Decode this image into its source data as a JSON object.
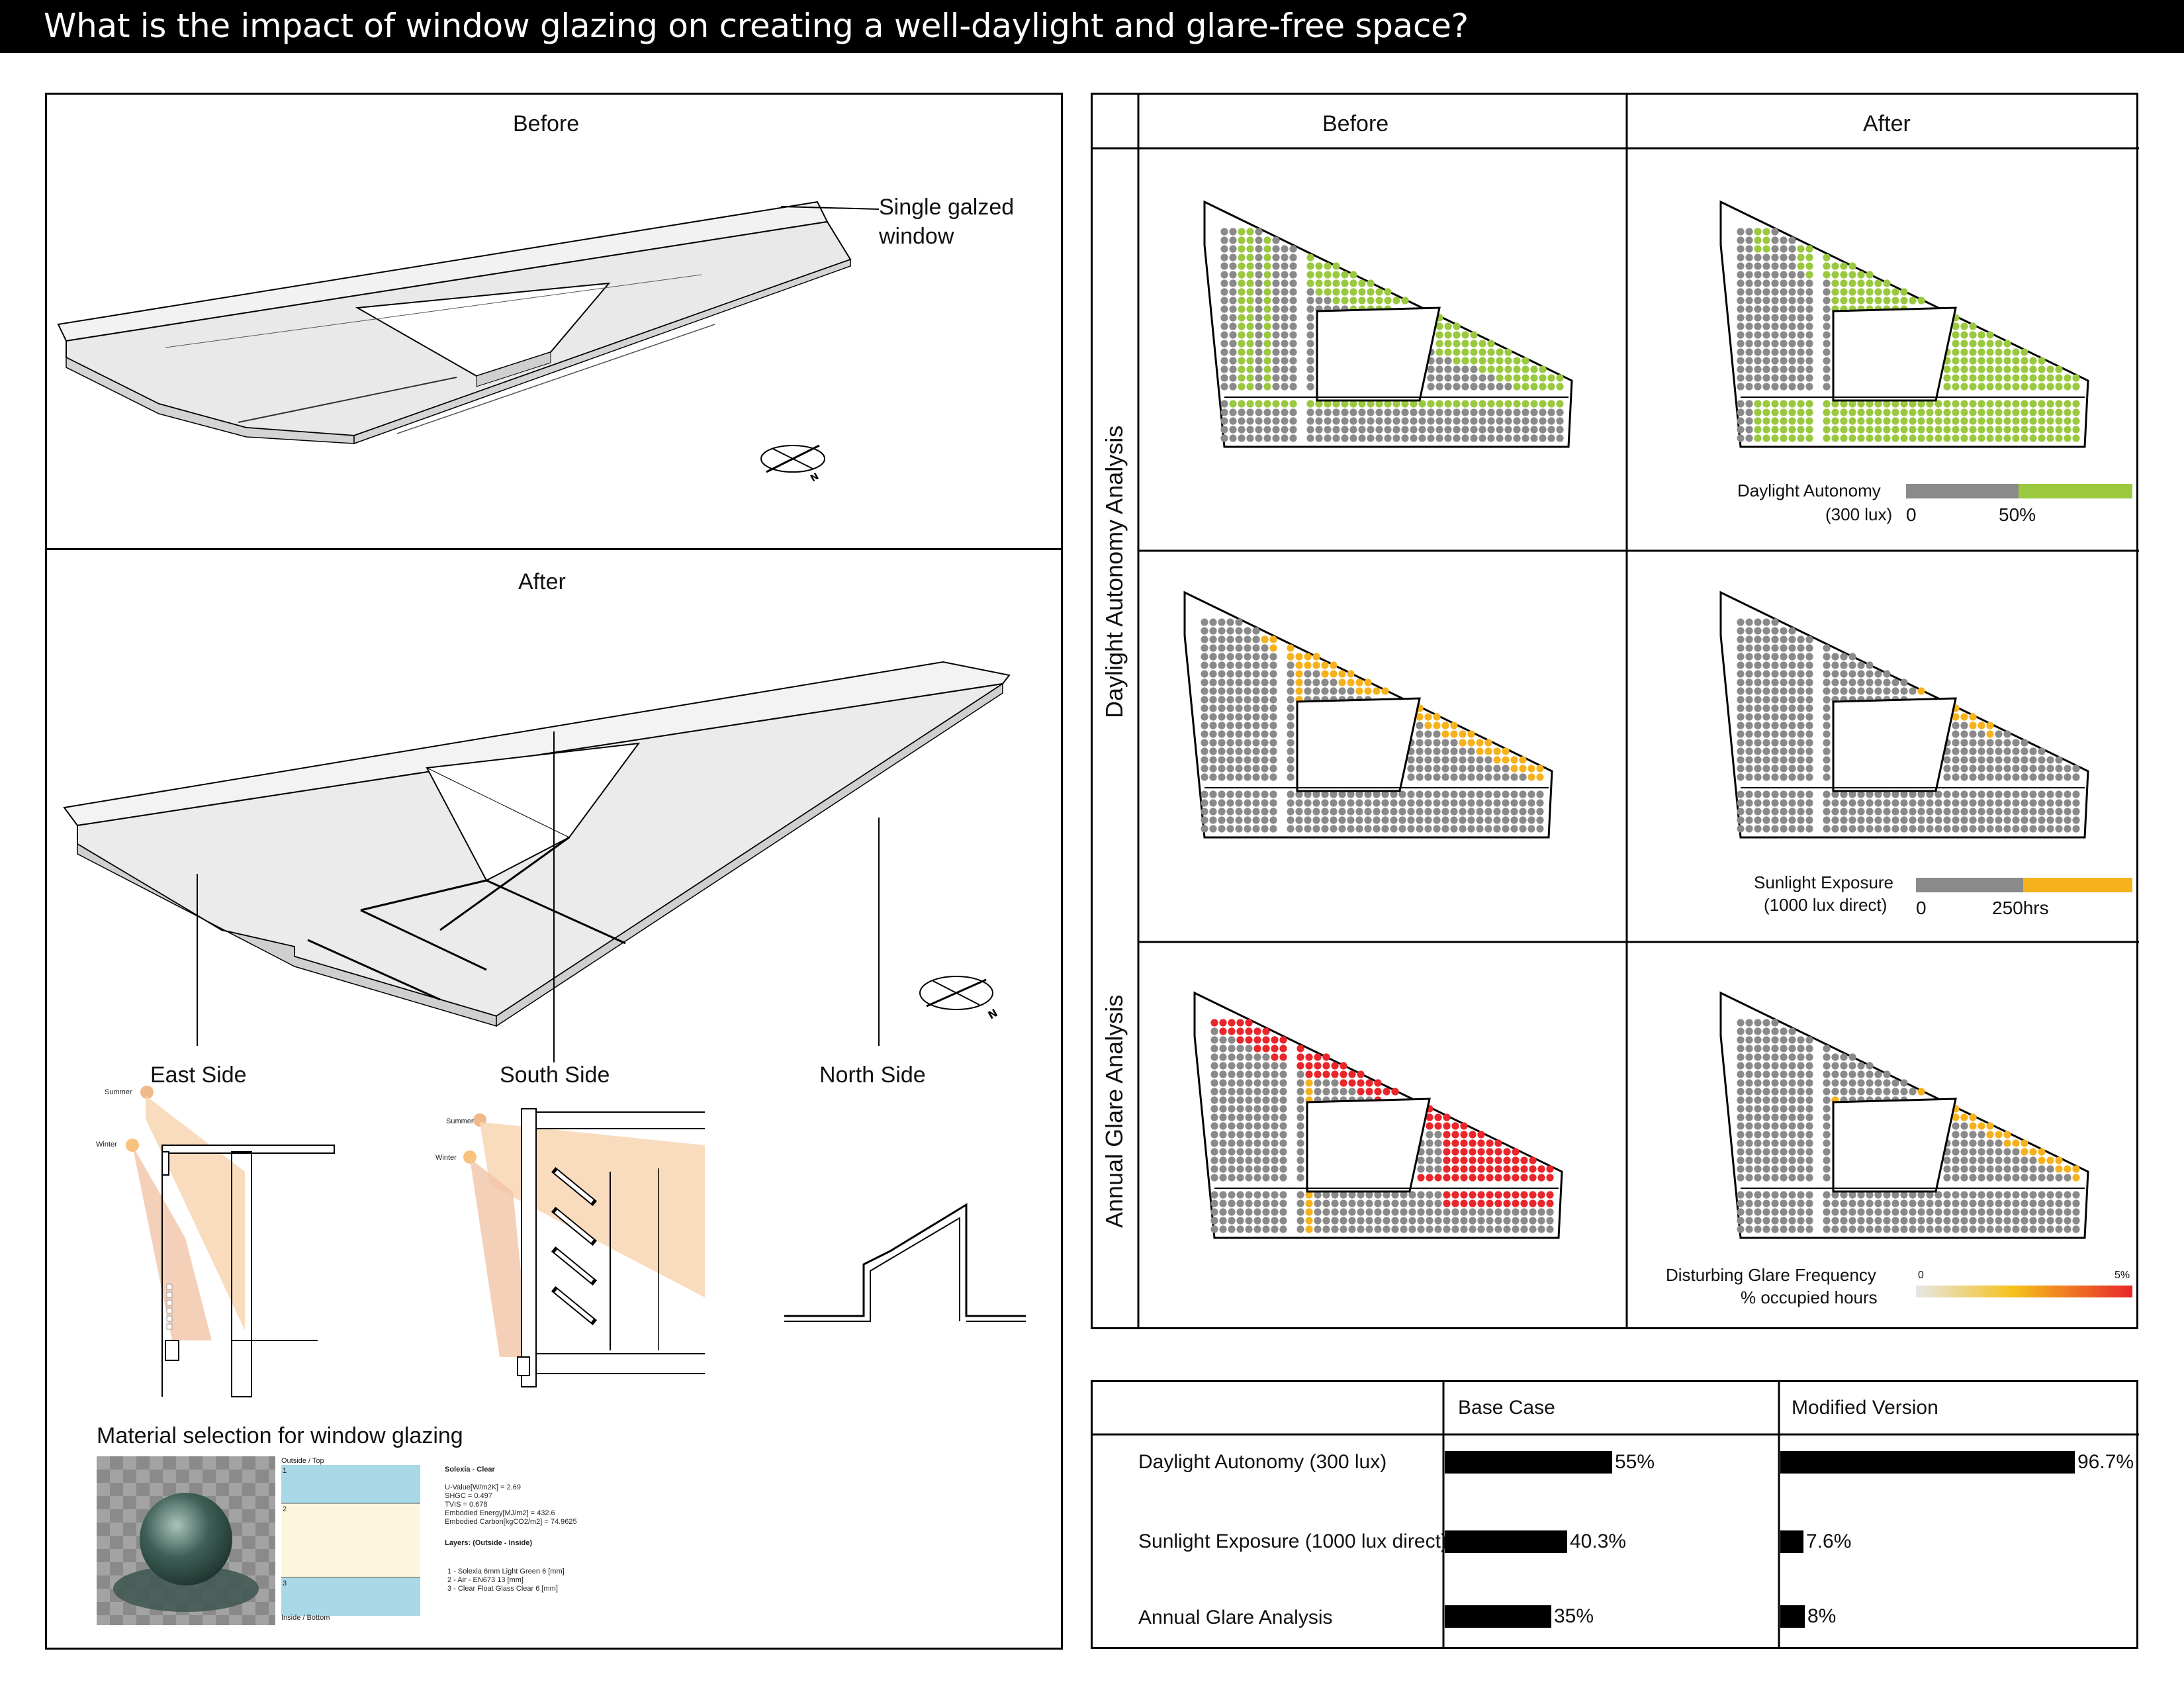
{
  "title": "What is the impact of window glazing on creating a well-daylight and glare-free space?",
  "left": {
    "before_label": "Before",
    "after_label": "After",
    "annotation": [
      "Single galzed",
      "window"
    ],
    "sides": {
      "east": "East Side",
      "south": "South Side",
      "north": "North Side"
    },
    "sun_labels": {
      "summer": "Summer",
      "winter": "Winter"
    },
    "material": {
      "heading": "Material selection for window glazing",
      "layer_top_label": "Outside / Top",
      "layer_bottom_label": "Inside / Bottom",
      "layer_numbers": [
        "1",
        "2",
        "3"
      ],
      "name": "Solexia - Clear",
      "props": [
        "U-Value[W/m2K] = 2.69",
        "SHGC = 0.497",
        "TVIS = 0.678",
        "Embodied Energy[MJ/m2] = 432.6",
        "Embodied Carbon[kgCO2/m2] = 74.9625"
      ],
      "layers_heading": "Layers: (Outside - Inside)",
      "layers": [
        "1 - Solexia  6mm Light Green 6 [mm]",
        "2 - Air - EN673 13 [mm]",
        "3 - Clear Float Glass Clear 6 [mm]"
      ]
    }
  },
  "right": {
    "col_before": "Before",
    "col_after": "After",
    "row1_label": "Daylight Autonomy Analysis",
    "row3_label": "Annual Glare Analysis",
    "legend_da": {
      "title": "Daylight Autonomy",
      "sub": "(300 lux)",
      "min": "0",
      "mid": "50%"
    },
    "legend_se": {
      "title": "Sunlight Exposure",
      "sub": "(1000 lux direct)",
      "min": "0",
      "mid": "250hrs"
    },
    "legend_glare": {
      "title": "Disturbing Glare Frequency",
      "sub": "% occupied hours",
      "min": "0",
      "max": "5%"
    }
  },
  "colors": {
    "green": "#9ac83f",
    "grey": "#8a8a8a",
    "orange": "#f5b21c",
    "red": "#e8262b",
    "glass": "#a9d8e6",
    "air": "#fbf6dd",
    "sun": "#f6c99a"
  },
  "chart_data": {
    "type": "bar",
    "categories": [
      "Daylight Autonomy (300 lux)",
      "Sunlight Exposure (1000 lux direct)",
      "Annual Glare Analysis"
    ],
    "series": [
      {
        "name": "Base Case",
        "values": [
          55,
          40.3,
          35
        ],
        "labels": [
          "55%",
          "40.3%",
          "35%"
        ]
      },
      {
        "name": "Modified Version",
        "values": [
          96.7,
          7.6,
          8
        ],
        "labels": [
          "96.7%",
          "7.6%",
          "8%"
        ]
      }
    ],
    "title": "",
    "xlabel": "",
    "ylabel": "",
    "ylim": [
      0,
      100
    ]
  }
}
